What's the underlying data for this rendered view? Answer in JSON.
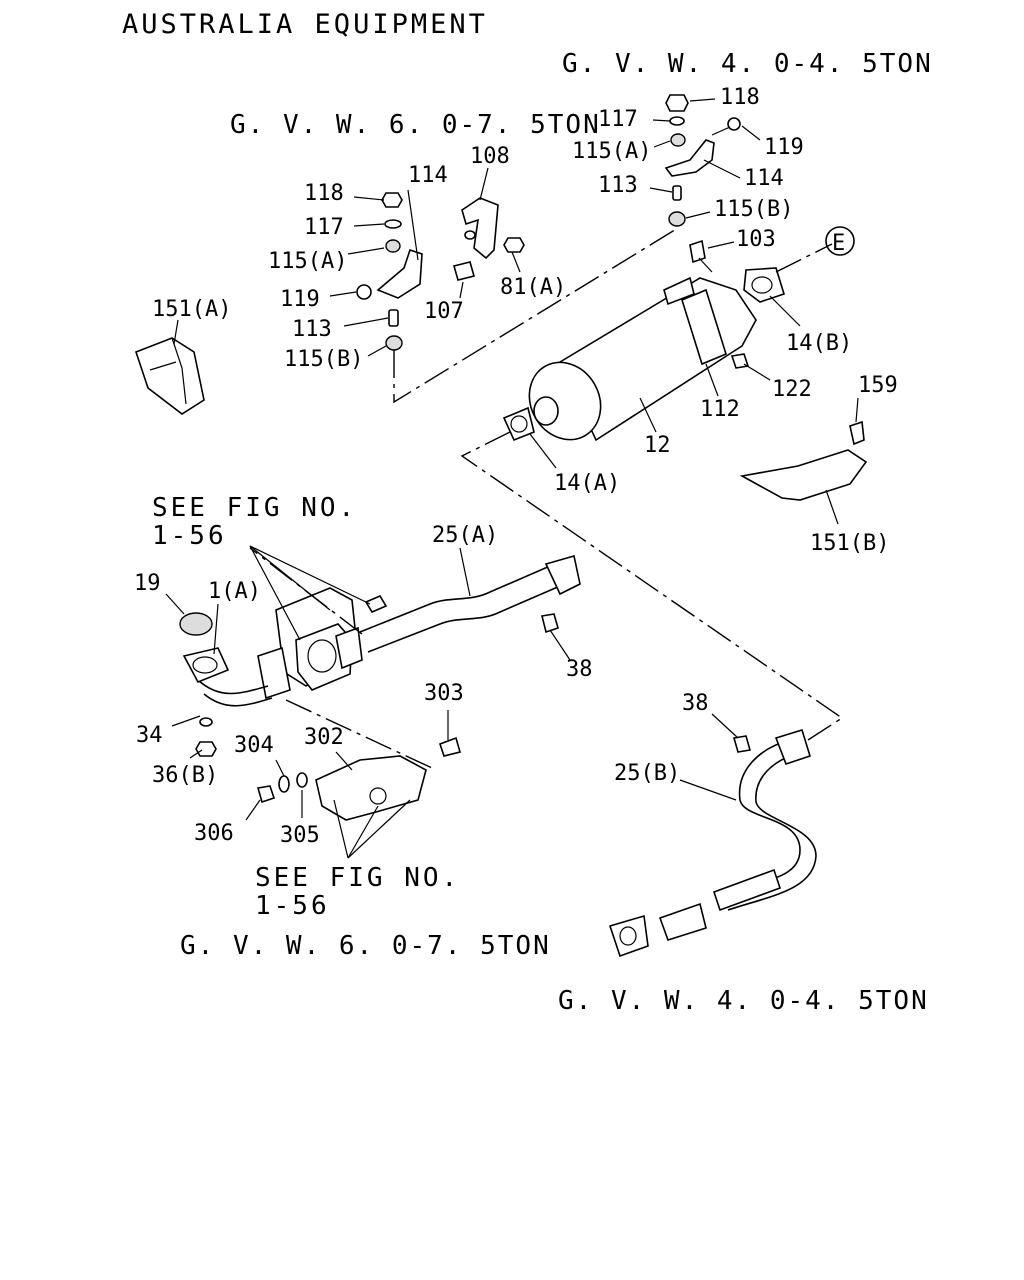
{
  "title": "AUSTRALIA EQUIPMENT",
  "gvw": {
    "light_top": "G. V. W. 4. 0-4. 5TON",
    "heavy_top": "G. V. W. 6. 0-7. 5TON",
    "heavy_bottom": "G. V. W. 6. 0-7. 5TON",
    "light_bottom": "G. V. W. 4. 0-4. 5TON"
  },
  "see_fig_1": {
    "line1": "SEE FIG NO.",
    "line2": "1-56"
  },
  "see_fig_2": {
    "line1": "SEE FIG NO.",
    "line2": "1-56"
  },
  "circle_ref": "E",
  "parts": {
    "p118_r": "118",
    "p117_r": "117",
    "p115a_r": "115(A)",
    "p119_r": "119",
    "p113_r": "113",
    "p114_r": "114",
    "p115b_r": "115(B)",
    "p103": "103",
    "p108": "108",
    "p114_l": "114",
    "p118_l": "118",
    "p117_l": "117",
    "p115a_l": "115(A)",
    "p81a": "81(A)",
    "p119_l": "119",
    "p107": "107",
    "p113_l": "113",
    "p115b_l": "115(B)",
    "p151a": "151(A)",
    "p14b": "14(B)",
    "p122": "122",
    "p112": "112",
    "p12": "12",
    "p14a": "14(A)",
    "p159": "159",
    "p151b": "151(B)",
    "p25a": "25(A)",
    "p19": "19",
    "p1a": "1(A)",
    "p38_1": "38",
    "p34": "34",
    "p36b": "36(B)",
    "p303": "303",
    "p304": "304",
    "p302": "302",
    "p306": "306",
    "p305": "305",
    "p38_2": "38",
    "p25b": "25(B)"
  }
}
